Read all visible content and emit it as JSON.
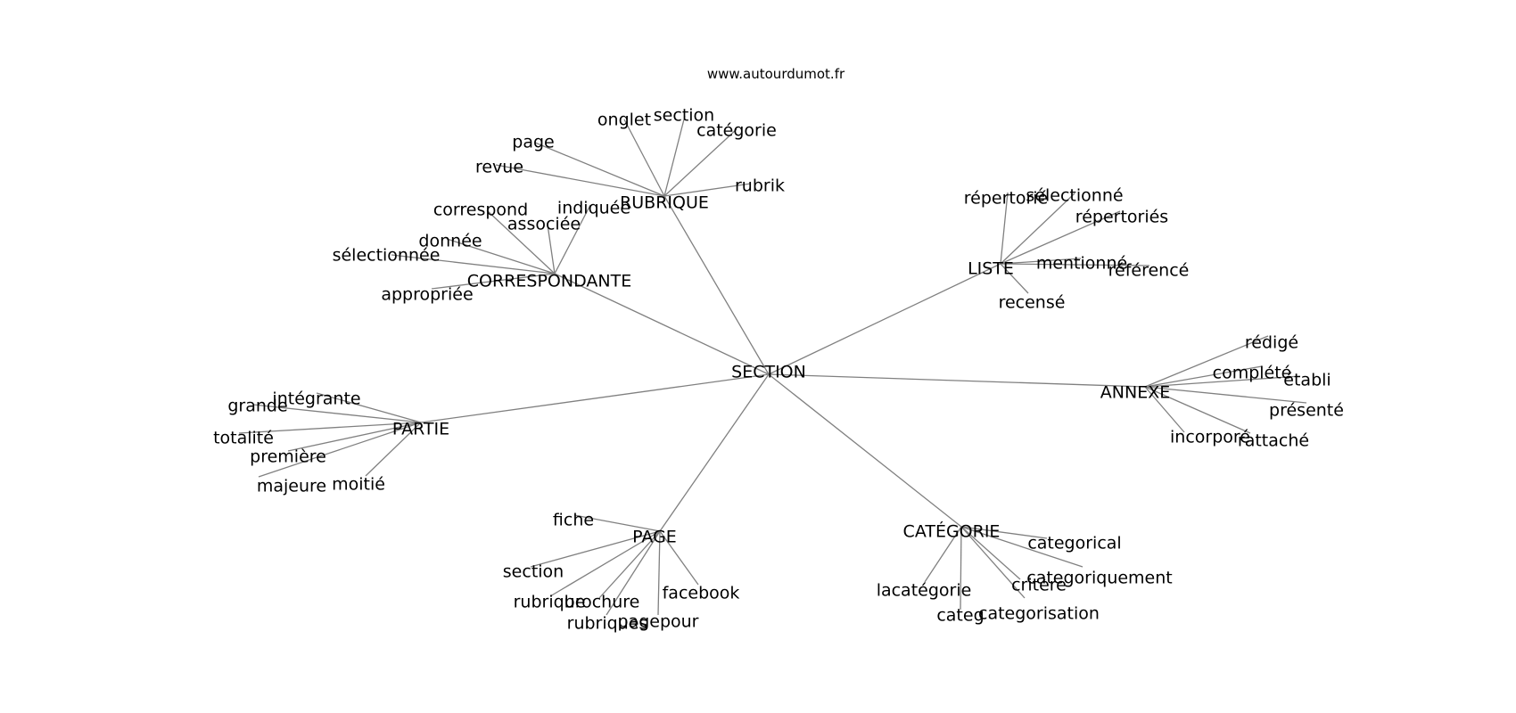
{
  "site_url": "www.autourdumot.fr",
  "colors": {
    "edge": "#808080",
    "text": "#000000",
    "background": "#ffffff"
  },
  "graph": {
    "center": "SECTION",
    "groups": [
      {
        "hub": "RUBRIQUE",
        "words": [
          "page",
          "onglet",
          "section",
          "catégorie",
          "revue",
          "rubrik"
        ]
      },
      {
        "hub": "CORRESPONDANTE",
        "words": [
          "correspond",
          "indiquée",
          "associée",
          "donnée",
          "sélectionnée",
          "appropriée"
        ]
      },
      {
        "hub": "LISTE",
        "words": [
          "répertorié",
          "sélectionné",
          "répertoriés",
          "mentionné",
          "référencé",
          "recensé"
        ]
      },
      {
        "hub": "ANNEXE",
        "words": [
          "rédigé",
          "complété",
          "établi",
          "présenté",
          "incorporé",
          "rattaché"
        ]
      },
      {
        "hub": "PARTIE",
        "words": [
          "intégrante",
          "grande",
          "totalité",
          "première",
          "majeure",
          "moitié"
        ]
      },
      {
        "hub": "PAGE",
        "words": [
          "fiche",
          "section",
          "rubrique",
          "brochure",
          "rubriques",
          "pagepour",
          "facebook"
        ]
      },
      {
        "hub": "CATÉGORIE",
        "words": [
          "categorical",
          "categoriquement",
          "critère",
          "lacatégorie",
          "categ",
          "categorisation"
        ]
      }
    ]
  }
}
